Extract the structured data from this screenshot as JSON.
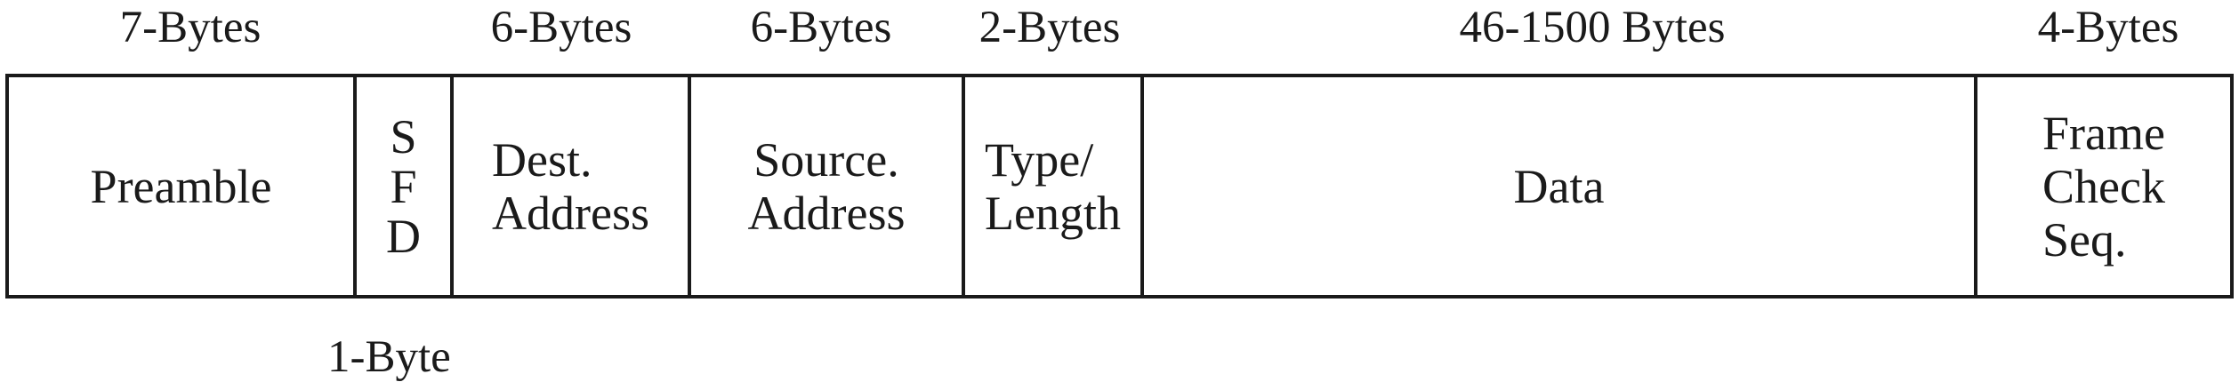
{
  "sizes": {
    "preamble": "7-Bytes",
    "dest": "6-Bytes",
    "source": "6-Bytes",
    "type": "2-Bytes",
    "data": "46-1500 Bytes",
    "fcs": "4-Bytes",
    "sfd": "1-Byte"
  },
  "fields": {
    "preamble": "Preamble",
    "sfd": [
      "S",
      "F",
      "D"
    ],
    "dest": [
      "Dest.",
      "Address"
    ],
    "source": [
      "Source.",
      "Address"
    ],
    "type": [
      "Type/",
      "Length"
    ],
    "data": "Data",
    "fcs": [
      "Frame",
      "Check",
      "Seq."
    ]
  }
}
